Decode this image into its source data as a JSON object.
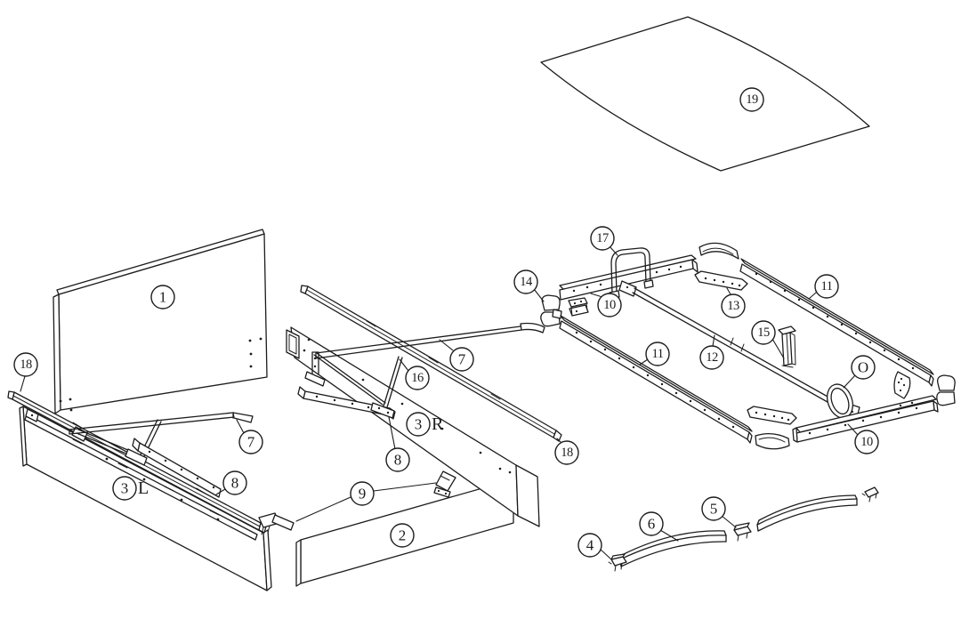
{
  "diagram": {
    "background_color": "#ffffff",
    "line_color": "#1c1c1c",
    "callouts": {
      "c1": {
        "text": "1"
      },
      "c2": {
        "text": "2"
      },
      "c3l": {
        "text": "3",
        "suffix": "L"
      },
      "c3r": {
        "text": "3",
        "suffix": "R"
      },
      "c4": {
        "text": "4"
      },
      "c5": {
        "text": "5"
      },
      "c6": {
        "text": "6"
      },
      "c7a": {
        "text": "7"
      },
      "c7b": {
        "text": "7"
      },
      "c8a": {
        "text": "8"
      },
      "c8b": {
        "text": "8"
      },
      "c9": {
        "text": "9"
      },
      "c10a": {
        "text": "10"
      },
      "c10b": {
        "text": "10"
      },
      "c11a": {
        "text": "11"
      },
      "c11b": {
        "text": "11"
      },
      "c12": {
        "text": "12"
      },
      "c13": {
        "text": "13"
      },
      "c14": {
        "text": "14"
      },
      "c15": {
        "text": "15"
      },
      "c16": {
        "text": "16"
      },
      "c17": {
        "text": "17"
      },
      "c18a": {
        "text": "18"
      },
      "c18b": {
        "text": "18"
      },
      "c19": {
        "text": "19"
      },
      "cO": {
        "text": "O"
      }
    }
  }
}
